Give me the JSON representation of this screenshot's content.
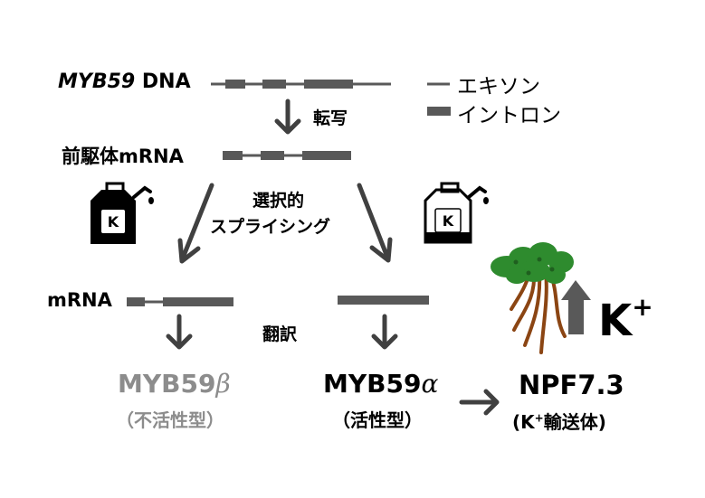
{
  "labels": {
    "dna_gene": "MYB59",
    "dna_suffix": "DNA",
    "legend_exon": "エキソン",
    "legend_intron": "イントロン",
    "transcription": "転写",
    "pre_mrna": "前駆体mRNA",
    "selective_line1": "選択的",
    "selective_line2": "スプライシング",
    "mrna": "mRNA",
    "translation": "翻訳",
    "beta_name": "MYB59",
    "beta_symbol": "β",
    "beta_state": "（不活性型）",
    "alpha_name": "MYB59",
    "alpha_symbol": "α",
    "alpha_state": "（活性型）",
    "npf_name": "NPF7.3",
    "npf_desc_pre": "(K",
    "npf_desc_sup": "+",
    "npf_desc_post": "輸送体)",
    "k_ion": "K",
    "k_ion_sup": "+",
    "canister_letter": "K"
  },
  "colors": {
    "bar": "#595959",
    "arrow": "#404040",
    "inactive_text": "#8c8c8c",
    "plant_leaf": "#2e8b2e",
    "plant_root": "#8b4513"
  },
  "icons": {
    "canister_full": "fuel-canister-icon",
    "canister_low": "fuel-canister-icon",
    "plant": "plant-icon"
  }
}
